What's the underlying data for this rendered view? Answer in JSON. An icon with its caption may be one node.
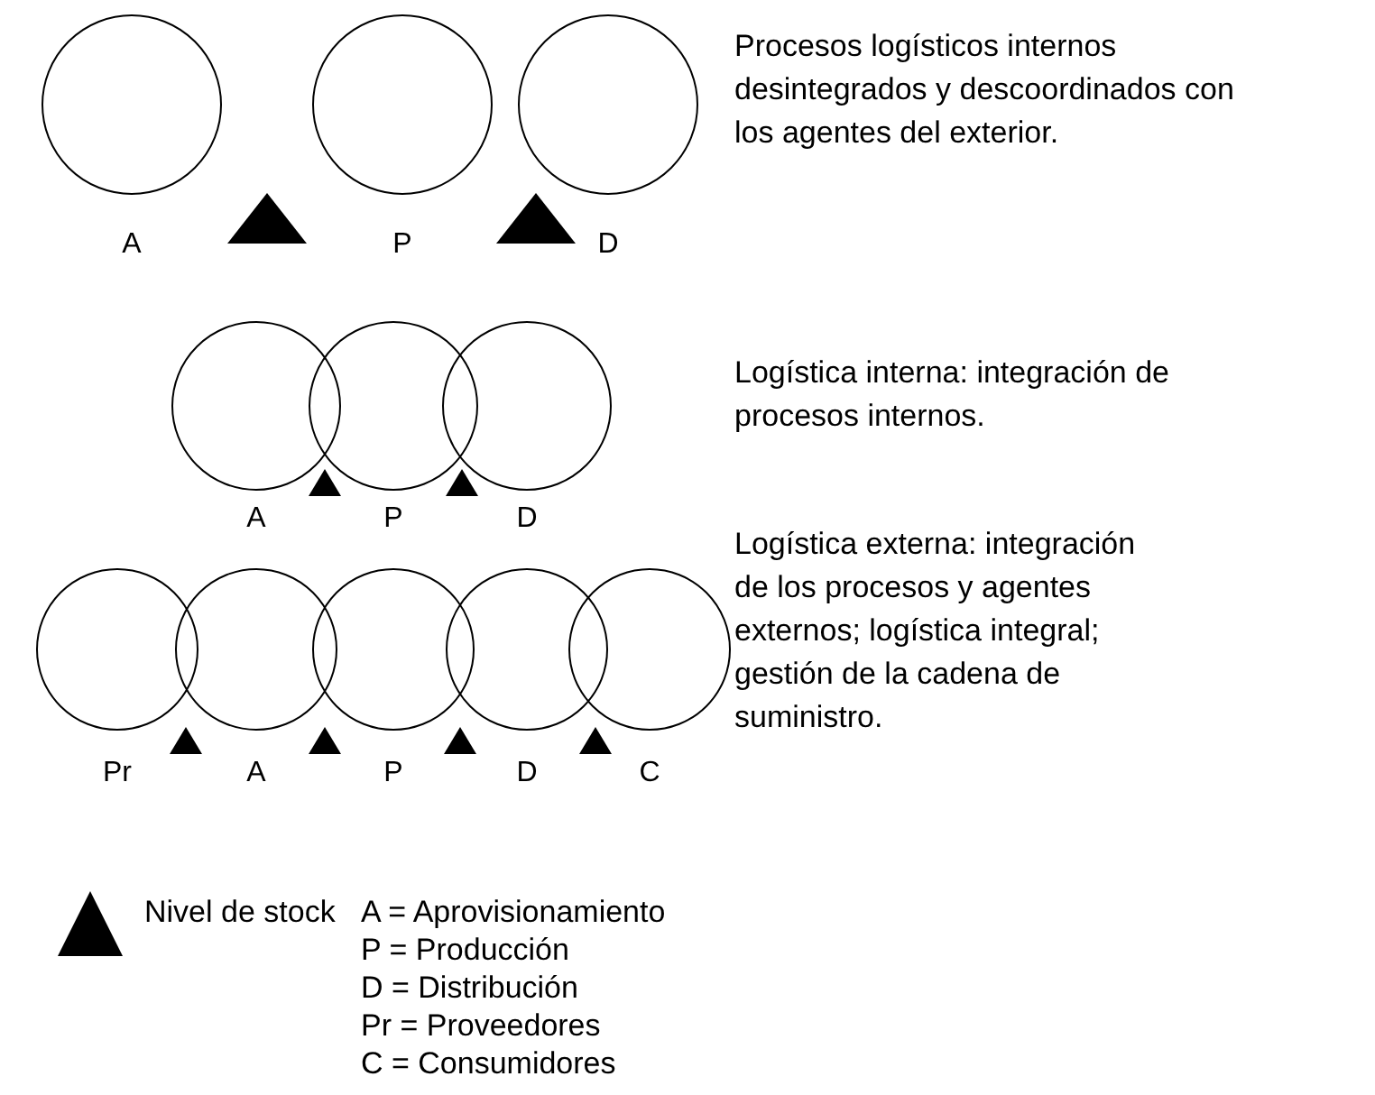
{
  "diagram": {
    "nodes": [
      {
        "text": [],
        "shape": "circle",
        "beside": [
          "A"
        ]
      },
      {
        "text": [],
        "shape": "circle",
        "beside": [
          "P"
        ]
      },
      {
        "text": [],
        "shape": "circle",
        "beside": [
          "D"
        ]
      },
      {
        "text": [],
        "shape": "circle",
        "beside": [
          "A"
        ]
      },
      {
        "text": [],
        "shape": "circle",
        "beside": [
          "P"
        ]
      },
      {
        "text": [],
        "shape": "circle",
        "beside": [
          "D"
        ]
      },
      {
        "text": [],
        "shape": "circle",
        "beside": [
          "Pr"
        ]
      },
      {
        "text": [],
        "shape": "circle",
        "beside": [
          "A"
        ]
      },
      {
        "text": [],
        "shape": "circle",
        "beside": [
          "P"
        ]
      },
      {
        "text": [],
        "shape": "circle",
        "beside": [
          "D"
        ]
      },
      {
        "text": [],
        "shape": "circle",
        "beside": [
          "C"
        ]
      }
    ],
    "labels": [
      "Procesos logísticos internos desintegrados y descoordinados con los agentes del exterior.",
      "Logística interna: integración de procesos internos.",
      "Logística externa: integración de los procesos y agentes externos; logística integral; gestión de la cadena de suministro.",
      "A = Aprovisionamiento",
      "P = Producción",
      "D = Distribución",
      "Pr = Proveedores",
      "C = Consumidores"
    ],
    "legend": [
      {
        "text": "Nivel de stock"
      }
    ]
  }
}
